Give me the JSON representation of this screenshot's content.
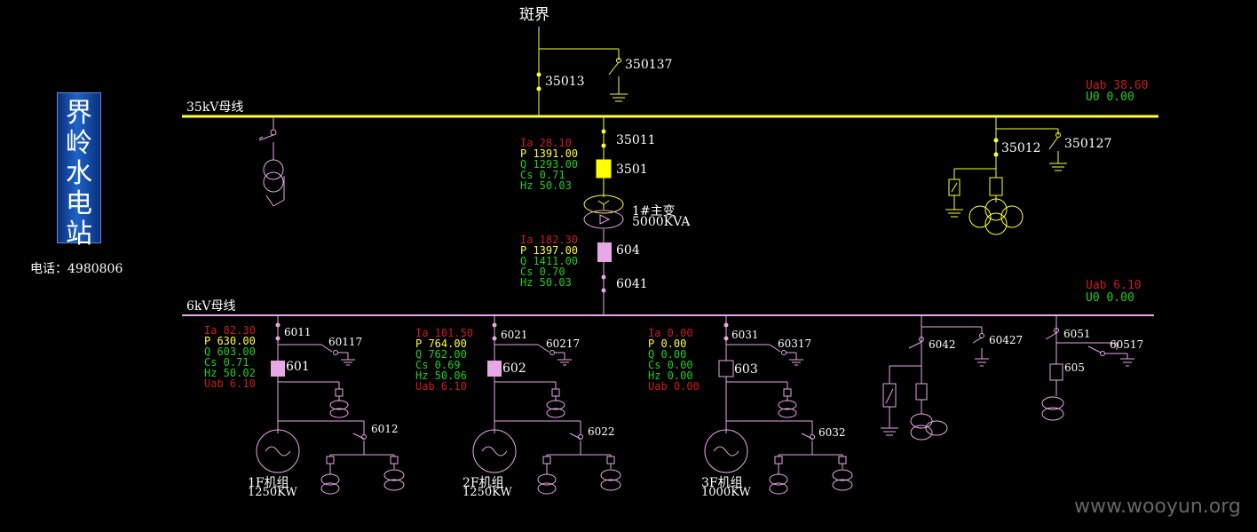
{
  "station": {
    "name_chars": [
      "界",
      "岭",
      "水",
      "电",
      "站"
    ],
    "phone": "电话：4980806"
  },
  "lines": {
    "source": "斑界",
    "bus35": "35kV母线",
    "bus6": "6kV母线"
  },
  "switches": {
    "s35013": "35013",
    "s350137": "350137",
    "s35011": "35011",
    "s3501": "3501",
    "s35012": "35012",
    "s350127": "350127",
    "s604": "604",
    "s6041": "6041",
    "s6011": "6011",
    "s60117": "60117",
    "s601": "601",
    "s6012": "6012",
    "s6021": "6021",
    "s60217": "60217",
    "s602": "602",
    "s6022": "6022",
    "s6031": "6031",
    "s60317": "60317",
    "s603": "603",
    "s6032": "6032",
    "s6042": "6042",
    "s60427": "60427",
    "s6051": "6051",
    "s60517": "60517",
    "s605": "605"
  },
  "transformer": {
    "name": "1#主变",
    "capacity": "5000KVA"
  },
  "bus35_meter": {
    "uab": "Uab 38.60",
    "u0": "U0 0.00"
  },
  "bus6_meter": {
    "uab": "Uab 6.10",
    "u0": "U0 0.00"
  },
  "meter_3501": {
    "ia": "Ia 28.10",
    "p": "P 1391.00",
    "q": "Q 1293.00",
    "cs": "Cs 0.71",
    "hz": "Hz 50.03"
  },
  "meter_604": {
    "ia": "Ia 182.30",
    "p": "P 1397.00",
    "q": "Q 1411.00",
    "cs": "Cs 0.70",
    "hz": "Hz 50.03"
  },
  "gen1": {
    "name": "1F机组",
    "capacity": "1250KW",
    "ia": "Ia 82.30",
    "p": "P 630.00",
    "q": "Q 603.00",
    "cs": "Cs 0.71",
    "hz": "Hz 50.02",
    "uab": "Uab 6.10"
  },
  "gen2": {
    "name": "2F机组",
    "capacity": "1250KW",
    "ia": "Ia 101.50",
    "p": "P 764.00",
    "q": "Q 762.00",
    "cs": "Cs 0.69",
    "hz": "Hz 50.06",
    "uab": "Uab 6.10"
  },
  "gen3": {
    "name": "3F机组",
    "capacity": "1000KW",
    "ia": "Ia 0.00",
    "p": "P 0.00",
    "q": "Q 0.00",
    "cs": "Cs 0.00",
    "hz": "Hz 0.00",
    "uab": "Uab 0.00"
  },
  "watermark": "www.wooyun.org",
  "colors": {
    "bus35": "#ffff33",
    "bus6": "#e8a8e8",
    "breaker_closed": "#ffff00",
    "breaker_6kv": "#e8a8e8",
    "background": "#000000"
  }
}
